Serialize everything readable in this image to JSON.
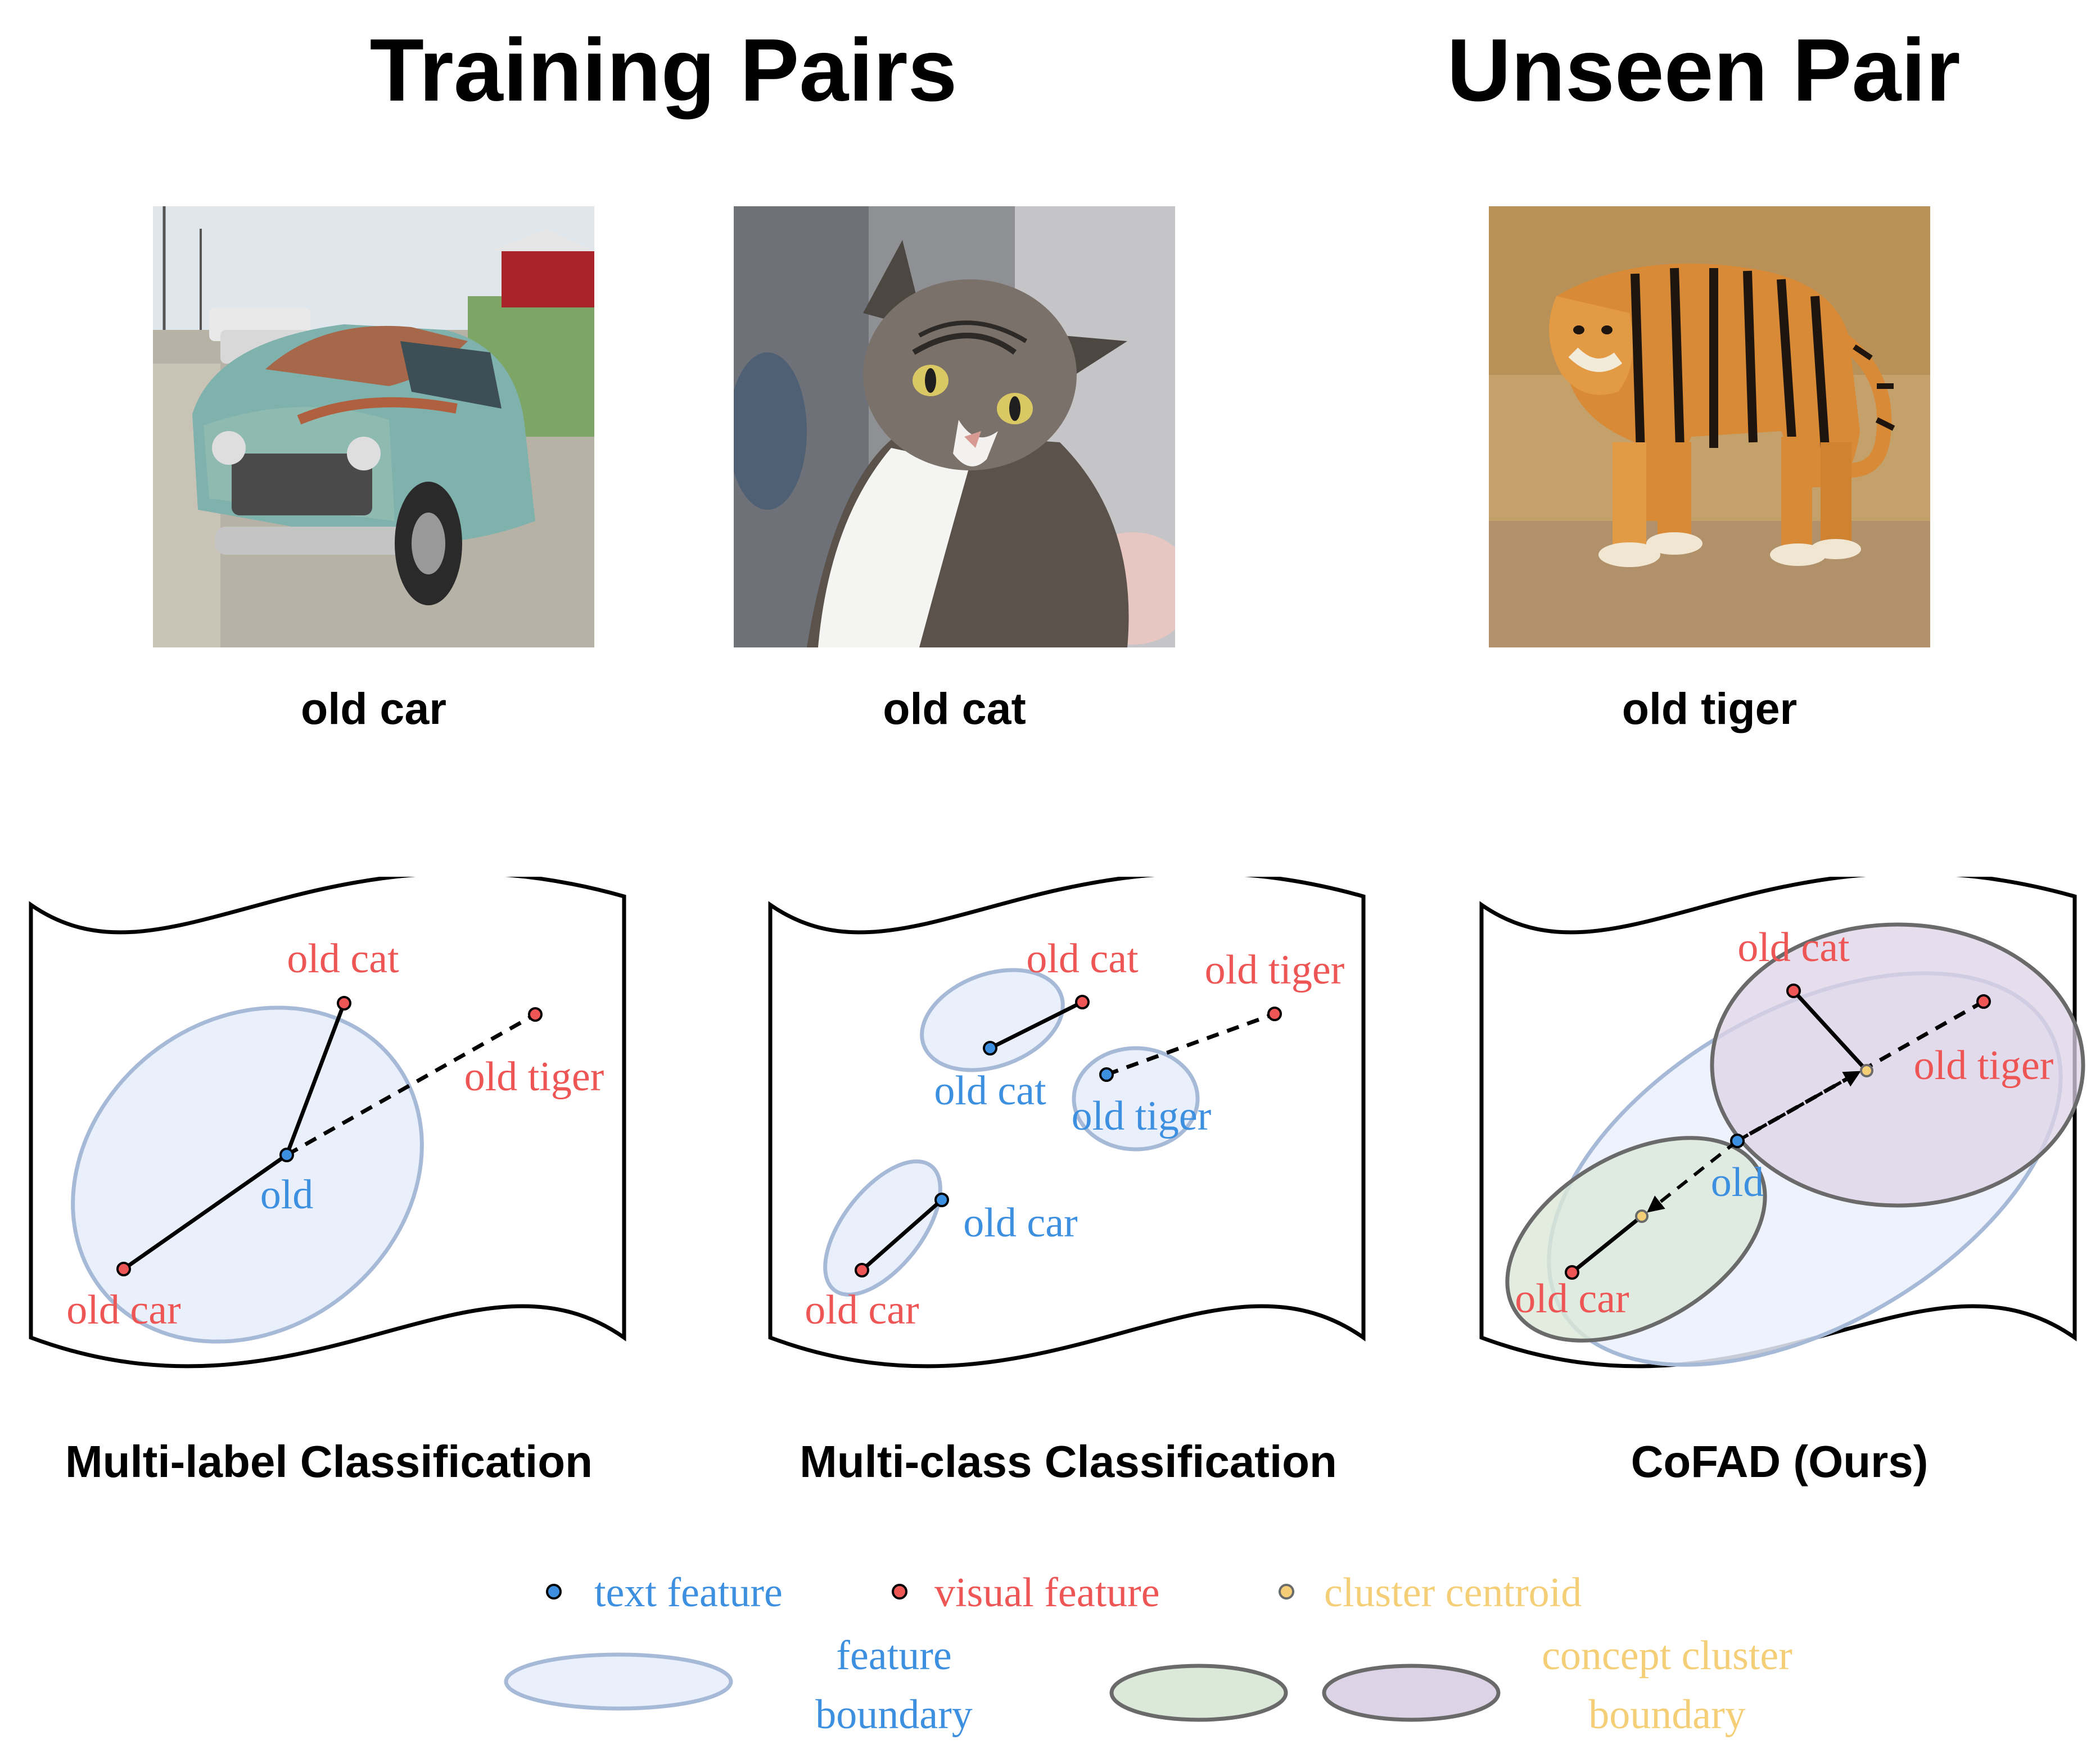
{
  "headings": {
    "training": "Training Pairs",
    "unseen": "Unseen Pair"
  },
  "images": [
    {
      "caption": "old car"
    },
    {
      "caption": "old cat"
    },
    {
      "caption": "old tiger"
    }
  ],
  "panels": {
    "multi_label": {
      "title": "Multi-label Classification",
      "labels": {
        "old_cat": "old cat",
        "old_tiger": "old tiger",
        "old": "old",
        "old_car": "old car"
      }
    },
    "multi_class": {
      "title": "Multi-class Classification",
      "labels": {
        "old_cat_visual": "old cat",
        "old_tiger_visual": "old tiger",
        "old_cat_text": "old cat",
        "old_tiger_text": "old tiger",
        "old_car_text": "old car",
        "old_car_visual": "old car"
      }
    },
    "cofad": {
      "title": "CoFAD (Ours)",
      "labels": {
        "old_cat": "old cat",
        "old_tiger": "old tiger",
        "old": "old",
        "old_car": "old car"
      }
    }
  },
  "legend": {
    "text_feature": "text feature",
    "visual_feature": "visual feature",
    "cluster_centroid": "cluster centroid",
    "feature_boundary_1": "feature",
    "feature_boundary_2": "boundary",
    "concept_cluster_1": "concept cluster",
    "concept_cluster_2": "boundary"
  },
  "colors": {
    "text_feature": "#3d8fe0",
    "visual_feature": "#ee5555",
    "cluster_centroid": "#f5cf78",
    "feature_fill": "#eaf0fb",
    "feature_stroke": "#a6bad8",
    "cluster_green": "#dbe9d8",
    "cluster_purple": "#ddd3e6",
    "cluster_stroke": "#6a6a6a"
  }
}
